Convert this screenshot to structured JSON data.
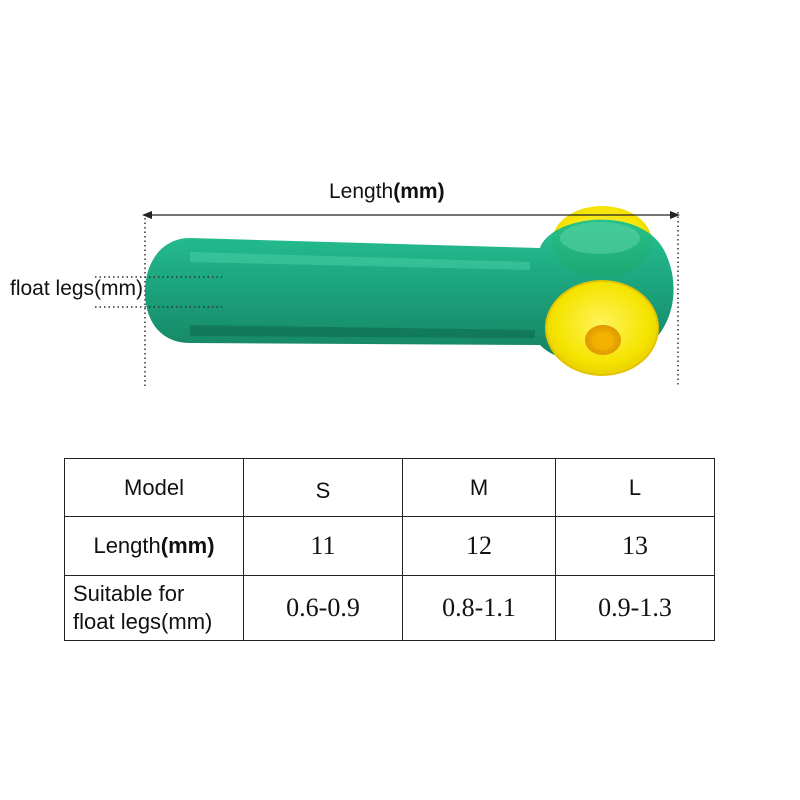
{
  "diagram": {
    "length_label_prefix": "Length",
    "length_label_unit": "(mm)",
    "float_legs_label": "float legs(mm)",
    "colors": {
      "body_green": "#12a67a",
      "body_green_dark": "#0b7d5b",
      "cap_yellow": "#f5e400",
      "hole_orange": "#f0b400"
    }
  },
  "table": {
    "header": {
      "label": "Model",
      "sizes": [
        "S",
        "M",
        "L"
      ]
    },
    "length_row": {
      "label_prefix": "Length",
      "label_unit": "(mm)",
      "values": [
        "11",
        "12",
        "13"
      ]
    },
    "suitable_row": {
      "label_line1": "Suitable for",
      "label_line2": "float legs(mm)",
      "values": [
        "0.6-0.9",
        "0.8-1.1",
        "0.9-1.3"
      ]
    }
  }
}
